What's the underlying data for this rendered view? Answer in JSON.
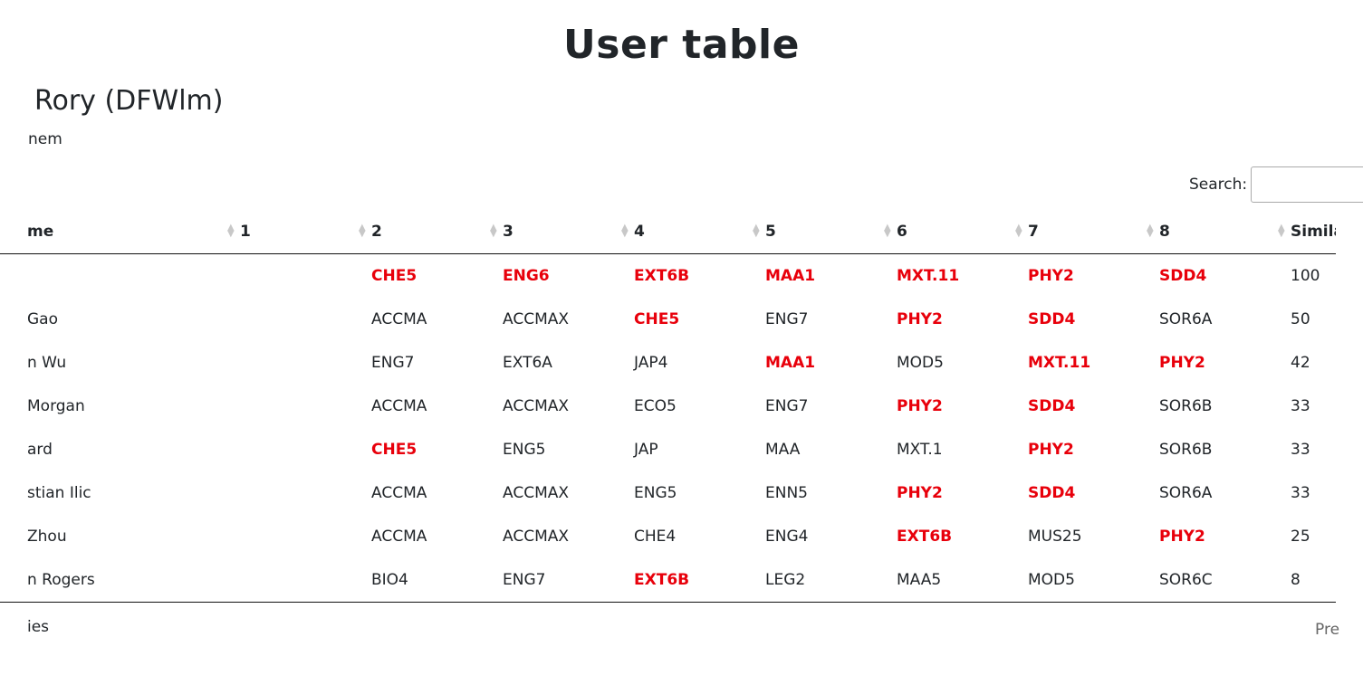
{
  "title": "User table",
  "user": {
    "heading": "Rory (DFWlm)",
    "subtext": "nem"
  },
  "search": {
    "label": "Search:",
    "value": ""
  },
  "table": {
    "columns": [
      "me",
      "1",
      "2",
      "3",
      "4",
      "5",
      "6",
      "7",
      "8",
      "Similarity %"
    ],
    "rows": [
      {
        "name": "",
        "subjects": [
          "",
          {
            "t": "CHE5",
            "m": true
          },
          {
            "t": "ENG6",
            "m": true
          },
          {
            "t": "EXT6B",
            "m": true
          },
          {
            "t": "MAA1",
            "m": true
          },
          {
            "t": "MXT.11",
            "m": true
          },
          {
            "t": "PHY2",
            "m": true
          },
          {
            "t": "SDD4",
            "m": true
          }
        ],
        "similarity": "100"
      },
      {
        "name": "Gao",
        "subjects": [
          "",
          {
            "t": "ACCMA",
            "m": false
          },
          {
            "t": "ACCMAX",
            "m": false
          },
          {
            "t": "CHE5",
            "m": true
          },
          {
            "t": "ENG7",
            "m": false
          },
          {
            "t": "PHY2",
            "m": true
          },
          {
            "t": "SDD4",
            "m": true
          },
          {
            "t": "SOR6A",
            "m": false
          }
        ],
        "similarity": "50"
      },
      {
        "name": "n Wu",
        "subjects": [
          "",
          {
            "t": "ENG7",
            "m": false
          },
          {
            "t": "EXT6A",
            "m": false
          },
          {
            "t": "JAP4",
            "m": false
          },
          {
            "t": "MAA1",
            "m": true
          },
          {
            "t": "MOD5",
            "m": false
          },
          {
            "t": "MXT.11",
            "m": true
          },
          {
            "t": "PHY2",
            "m": true
          }
        ],
        "similarity": "42"
      },
      {
        "name": "Morgan",
        "subjects": [
          "",
          {
            "t": "ACCMA",
            "m": false
          },
          {
            "t": "ACCMAX",
            "m": false
          },
          {
            "t": "ECO5",
            "m": false
          },
          {
            "t": "ENG7",
            "m": false
          },
          {
            "t": "PHY2",
            "m": true
          },
          {
            "t": "SDD4",
            "m": true
          },
          {
            "t": "SOR6B",
            "m": false
          }
        ],
        "similarity": "33"
      },
      {
        "name": "ard",
        "subjects": [
          "",
          {
            "t": "CHE5",
            "m": true
          },
          {
            "t": "ENG5",
            "m": false
          },
          {
            "t": "JAP",
            "m": false
          },
          {
            "t": "MAA",
            "m": false
          },
          {
            "t": "MXT.1",
            "m": false
          },
          {
            "t": "PHY2",
            "m": true
          },
          {
            "t": "SOR6B",
            "m": false
          }
        ],
        "similarity": "33"
      },
      {
        "name": "stian Ilic",
        "subjects": [
          "",
          {
            "t": "ACCMA",
            "m": false
          },
          {
            "t": "ACCMAX",
            "m": false
          },
          {
            "t": "ENG5",
            "m": false
          },
          {
            "t": "ENN5",
            "m": false
          },
          {
            "t": "PHY2",
            "m": true
          },
          {
            "t": "SDD4",
            "m": true
          },
          {
            "t": "SOR6A",
            "m": false
          }
        ],
        "similarity": "33"
      },
      {
        "name": "Zhou",
        "subjects": [
          "",
          {
            "t": "ACCMA",
            "m": false
          },
          {
            "t": "ACCMAX",
            "m": false
          },
          {
            "t": "CHE4",
            "m": false
          },
          {
            "t": "ENG4",
            "m": false
          },
          {
            "t": "EXT6B",
            "m": true
          },
          {
            "t": "MUS25",
            "m": false
          },
          {
            "t": "PHY2",
            "m": true
          }
        ],
        "similarity": "25"
      },
      {
        "name": "n Rogers",
        "subjects": [
          "",
          {
            "t": "BIO4",
            "m": false
          },
          {
            "t": "ENG7",
            "m": false
          },
          {
            "t": "EXT6B",
            "m": true
          },
          {
            "t": "LEG2",
            "m": false
          },
          {
            "t": "MAA5",
            "m": false
          },
          {
            "t": "MOD5",
            "m": false
          },
          {
            "t": "SOR6C",
            "m": false
          }
        ],
        "similarity": "8"
      }
    ]
  },
  "footer": {
    "info": "ies",
    "prev": "Pre"
  },
  "colors": {
    "match": "#e8000b",
    "text": "#212529"
  },
  "icons": {
    "sort": "sort-both-icon"
  }
}
